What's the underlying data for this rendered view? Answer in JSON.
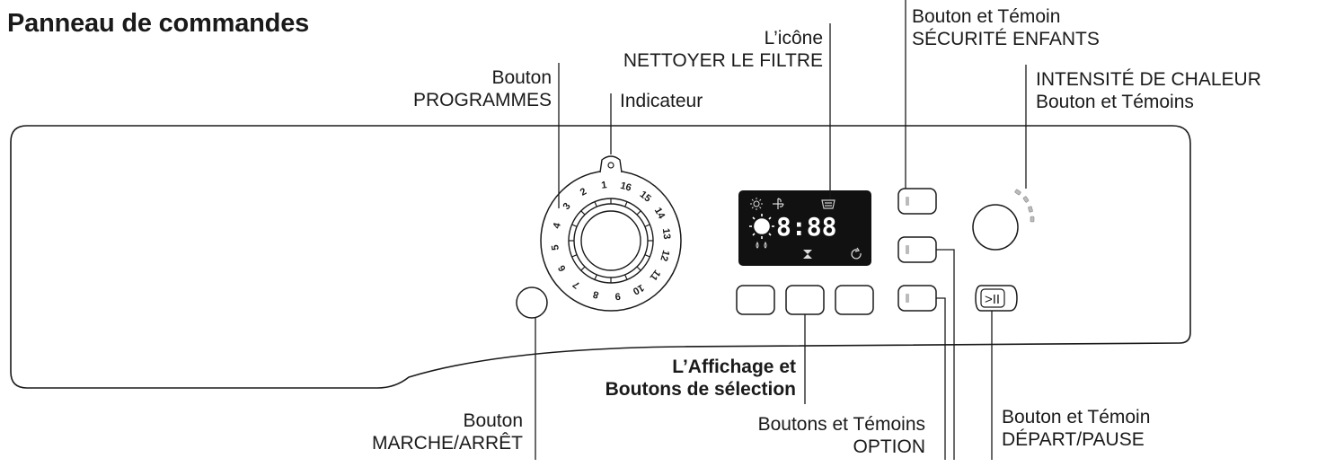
{
  "title": "Panneau de commandes",
  "dial_numbers": [
    "1",
    "16",
    "15",
    "14",
    "13",
    "12",
    "11",
    "10",
    "9",
    "8",
    "7",
    "6",
    "5",
    "4",
    "3",
    "2"
  ],
  "display": {
    "time": "8:88"
  },
  "start_pause_symbol": ">II",
  "labels": {
    "programmes": {
      "line1": "Bouton",
      "line2": "PROGRAMMES"
    },
    "indicateur": {
      "line1": "Indicateur"
    },
    "nettoyer": {
      "line1": "L’icône",
      "line2": "NETTOYER LE FILTRE"
    },
    "securite": {
      "line1": "Bouton et Témoin",
      "line2": "SÉCURITÉ ENFANTS"
    },
    "chaleur": {
      "line1": "INTENSITÉ DE CHALEUR",
      "line2": "Bouton et Témoins"
    },
    "affichage": {
      "line1": "L’Affichage et",
      "line2": "Boutons de sélection"
    },
    "marche": {
      "line1": "Bouton",
      "line2": "MARCHE/ARRÊT"
    },
    "option": {
      "line1": "Boutons et Témoins",
      "line2": "OPTION"
    },
    "depart": {
      "line1": "Bouton et Témoin",
      "line2": "DÉPART/PAUSE"
    }
  }
}
